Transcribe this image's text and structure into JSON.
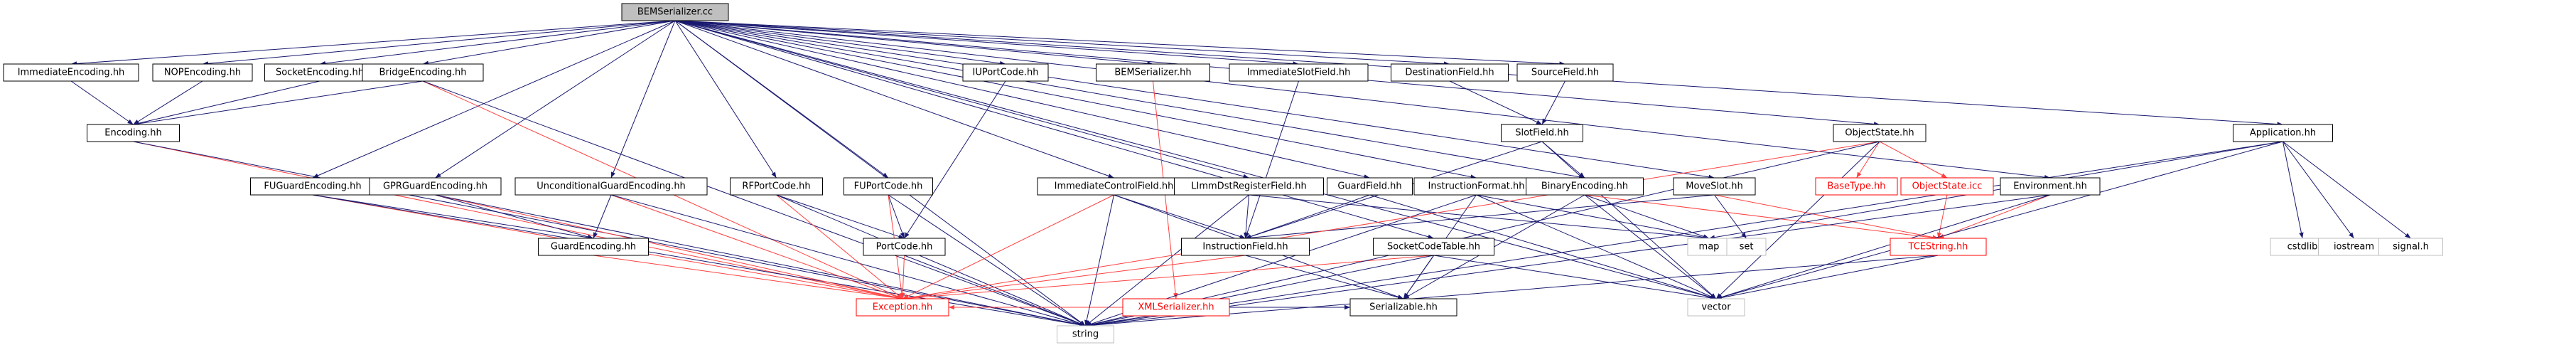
{
  "root": "BEMSerializer.cc",
  "nodes": [
    {
      "id": "root",
      "label": "BEMSerializer.cc",
      "kind": "root"
    },
    {
      "id": "ImmediateEncoding",
      "label": "ImmediateEncoding.hh",
      "kind": "normal"
    },
    {
      "id": "NOPEncoding",
      "label": "NOPEncoding.hh",
      "kind": "normal"
    },
    {
      "id": "SocketEncoding",
      "label": "SocketEncoding.hh",
      "kind": "normal"
    },
    {
      "id": "BridgeEncoding",
      "label": "BridgeEncoding.hh",
      "kind": "normal"
    },
    {
      "id": "Encoding",
      "label": "Encoding.hh",
      "kind": "normal"
    },
    {
      "id": "FUGuardEncoding",
      "label": "FUGuardEncoding.hh",
      "kind": "normal"
    },
    {
      "id": "GPRGuardEncoding",
      "label": "GPRGuardEncoding.hh",
      "kind": "normal"
    },
    {
      "id": "UnconditionalGuardEncoding",
      "label": "UnconditionalGuardEncoding.hh",
      "kind": "normal"
    },
    {
      "id": "GuardEncoding",
      "label": "GuardEncoding.hh",
      "kind": "normal"
    },
    {
      "id": "RFPortCode",
      "label": "RFPortCode.hh",
      "kind": "normal"
    },
    {
      "id": "FUPortCode",
      "label": "FUPortCode.hh",
      "kind": "normal"
    },
    {
      "id": "IUPortCode",
      "label": "IUPortCode.hh",
      "kind": "normal"
    },
    {
      "id": "PortCode",
      "label": "PortCode.hh",
      "kind": "normal"
    },
    {
      "id": "BEMSerializer",
      "label": "BEMSerializer.hh",
      "kind": "normal"
    },
    {
      "id": "XMLSerializer",
      "label": "XMLSerializer.hh",
      "kind": "broken"
    },
    {
      "id": "ImmediateControlField",
      "label": "ImmediateControlField.hh",
      "kind": "normal"
    },
    {
      "id": "ImmediateSlotField",
      "label": "ImmediateSlotField.hh",
      "kind": "normal"
    },
    {
      "id": "LImmDstRegisterField",
      "label": "LImmDstRegisterField.hh",
      "kind": "normal"
    },
    {
      "id": "InstructionField",
      "label": "InstructionField.hh",
      "kind": "normal"
    },
    {
      "id": "GuardField",
      "label": "GuardField.hh",
      "kind": "normal"
    },
    {
      "id": "DestinationField",
      "label": "DestinationField.hh",
      "kind": "normal"
    },
    {
      "id": "SourceField",
      "label": "SourceField.hh",
      "kind": "normal"
    },
    {
      "id": "SlotField",
      "label": "SlotField.hh",
      "kind": "normal"
    },
    {
      "id": "InstructionFormat",
      "label": "InstructionFormat.hh",
      "kind": "normal"
    },
    {
      "id": "BinaryEncoding",
      "label": "BinaryEncoding.hh",
      "kind": "normal"
    },
    {
      "id": "SocketCodeTable",
      "label": "SocketCodeTable.hh",
      "kind": "normal"
    },
    {
      "id": "MoveSlot",
      "label": "MoveSlot.hh",
      "kind": "normal"
    },
    {
      "id": "ObjectState",
      "label": "ObjectState.hh",
      "kind": "normal"
    },
    {
      "id": "BaseType",
      "label": "BaseType.hh",
      "kind": "broken"
    },
    {
      "id": "ObjectStateIcc",
      "label": "ObjectState.icc",
      "kind": "broken"
    },
    {
      "id": "Environment",
      "label": "Environment.hh",
      "kind": "normal"
    },
    {
      "id": "TCEString",
      "label": "TCEString.hh",
      "kind": "broken"
    },
    {
      "id": "Application",
      "label": "Application.hh",
      "kind": "normal"
    },
    {
      "id": "Exception",
      "label": "Exception.hh",
      "kind": "broken"
    },
    {
      "id": "Serializable",
      "label": "Serializable.hh",
      "kind": "normal"
    },
    {
      "id": "string",
      "label": "string",
      "kind": "missing"
    },
    {
      "id": "map",
      "label": "map",
      "kind": "missing"
    },
    {
      "id": "vector",
      "label": "vector",
      "kind": "missing"
    },
    {
      "id": "set",
      "label": "set",
      "kind": "missing"
    },
    {
      "id": "cstdlib",
      "label": "cstdlib",
      "kind": "missing"
    },
    {
      "id": "iostream",
      "label": "iostream",
      "kind": "missing"
    },
    {
      "id": "signal",
      "label": "signal.h",
      "kind": "missing"
    }
  ],
  "edges": [
    [
      "root",
      "ImmediateEncoding"
    ],
    [
      "root",
      "NOPEncoding"
    ],
    [
      "root",
      "SocketEncoding"
    ],
    [
      "root",
      "BridgeEncoding"
    ],
    [
      "root",
      "FUGuardEncoding"
    ],
    [
      "root",
      "GPRGuardEncoding"
    ],
    [
      "root",
      "UnconditionalGuardEncoding"
    ],
    [
      "root",
      "RFPortCode"
    ],
    [
      "root",
      "FUPortCode"
    ],
    [
      "root",
      "IUPortCode"
    ],
    [
      "root",
      "BEMSerializer"
    ],
    [
      "root",
      "ImmediateControlField"
    ],
    [
      "root",
      "ImmediateSlotField"
    ],
    [
      "root",
      "LImmDstRegisterField"
    ],
    [
      "root",
      "GuardField"
    ],
    [
      "root",
      "DestinationField"
    ],
    [
      "root",
      "SourceField"
    ],
    [
      "root",
      "InstructionFormat"
    ],
    [
      "root",
      "BinaryEncoding"
    ],
    [
      "root",
      "SocketCodeTable"
    ],
    [
      "root",
      "MoveSlot"
    ],
    [
      "root",
      "ObjectState"
    ],
    [
      "root",
      "Environment"
    ],
    [
      "root",
      "Application"
    ],
    [
      "root",
      "vector"
    ],
    [
      "root",
      "string"
    ],
    [
      "ImmediateEncoding",
      "Encoding"
    ],
    [
      "NOPEncoding",
      "Encoding"
    ],
    [
      "SocketEncoding",
      "Encoding"
    ],
    [
      "BridgeEncoding",
      "Encoding"
    ],
    [
      "BridgeEncoding",
      "Exception"
    ],
    [
      "BridgeEncoding",
      "string"
    ],
    [
      "Encoding",
      "Exception"
    ],
    [
      "Encoding",
      "string"
    ],
    [
      "FUGuardEncoding",
      "GuardEncoding"
    ],
    [
      "FUGuardEncoding",
      "Exception"
    ],
    [
      "FUGuardEncoding",
      "string"
    ],
    [
      "GPRGuardEncoding",
      "GuardEncoding"
    ],
    [
      "GPRGuardEncoding",
      "Exception"
    ],
    [
      "GPRGuardEncoding",
      "string"
    ],
    [
      "UnconditionalGuardEncoding",
      "GuardEncoding"
    ],
    [
      "UnconditionalGuardEncoding",
      "Exception"
    ],
    [
      "UnconditionalGuardEncoding",
      "string"
    ],
    [
      "GuardEncoding",
      "Exception"
    ],
    [
      "RFPortCode",
      "PortCode"
    ],
    [
      "RFPortCode",
      "Exception"
    ],
    [
      "RFPortCode",
      "string"
    ],
    [
      "FUPortCode",
      "PortCode"
    ],
    [
      "FUPortCode",
      "Exception"
    ],
    [
      "FUPortCode",
      "string"
    ],
    [
      "IUPortCode",
      "PortCode"
    ],
    [
      "PortCode",
      "Exception"
    ],
    [
      "PortCode",
      "string"
    ],
    [
      "BEMSerializer",
      "XMLSerializer"
    ],
    [
      "XMLSerializer",
      "Exception"
    ],
    [
      "XMLSerializer",
      "Serializable"
    ],
    [
      "XMLSerializer",
      "string"
    ],
    [
      "ImmediateControlField",
      "InstructionField"
    ],
    [
      "ImmediateControlField",
      "Exception"
    ],
    [
      "ImmediateControlField",
      "Serializable"
    ],
    [
      "ImmediateControlField",
      "string"
    ],
    [
      "ImmediateSlotField",
      "InstructionField"
    ],
    [
      "LImmDstRegisterField",
      "InstructionField"
    ],
    [
      "LImmDstRegisterField",
      "map"
    ],
    [
      "LImmDstRegisterField",
      "string"
    ],
    [
      "InstructionField",
      "Exception"
    ],
    [
      "InstructionField",
      "Serializable"
    ],
    [
      "GuardField",
      "InstructionField"
    ],
    [
      "GuardField",
      "vector"
    ],
    [
      "DestinationField",
      "SlotField"
    ],
    [
      "SourceField",
      "SlotField"
    ],
    [
      "SlotField",
      "InstructionField"
    ],
    [
      "SlotField",
      "BinaryEncoding"
    ],
    [
      "SlotField",
      "vector"
    ],
    [
      "InstructionFormat",
      "Serializable"
    ],
    [
      "InstructionFormat",
      "map"
    ],
    [
      "InstructionFormat",
      "string"
    ],
    [
      "InstructionFormat",
      "vector"
    ],
    [
      "BinaryEncoding",
      "Serializable"
    ],
    [
      "BinaryEncoding",
      "map"
    ],
    [
      "BinaryEncoding",
      "vector"
    ],
    [
      "BinaryEncoding",
      "TCEString"
    ],
    [
      "SocketCodeTable",
      "Exception"
    ],
    [
      "SocketCodeTable",
      "Serializable"
    ],
    [
      "SocketCodeTable",
      "vector"
    ],
    [
      "SocketCodeTable",
      "string"
    ],
    [
      "MoveSlot",
      "InstructionField"
    ],
    [
      "MoveSlot",
      "set"
    ],
    [
      "MoveSlot",
      "TCEString"
    ],
    [
      "ObjectState",
      "BaseType"
    ],
    [
      "ObjectState",
      "ObjectStateIcc"
    ],
    [
      "ObjectState",
      "Exception"
    ],
    [
      "ObjectState",
      "vector"
    ],
    [
      "ObjectState",
      "string"
    ],
    [
      "ObjectStateIcc",
      "TCEString"
    ],
    [
      "Environment",
      "TCEString"
    ],
    [
      "Environment",
      "vector"
    ],
    [
      "Environment",
      "string"
    ],
    [
      "TCEString",
      "vector"
    ],
    [
      "TCEString",
      "string"
    ],
    [
      "Application",
      "map"
    ],
    [
      "Application",
      "vector"
    ],
    [
      "Application",
      "string"
    ],
    [
      "Application",
      "cstdlib"
    ],
    [
      "Application",
      "iostream"
    ],
    [
      "Application",
      "signal"
    ]
  ]
}
